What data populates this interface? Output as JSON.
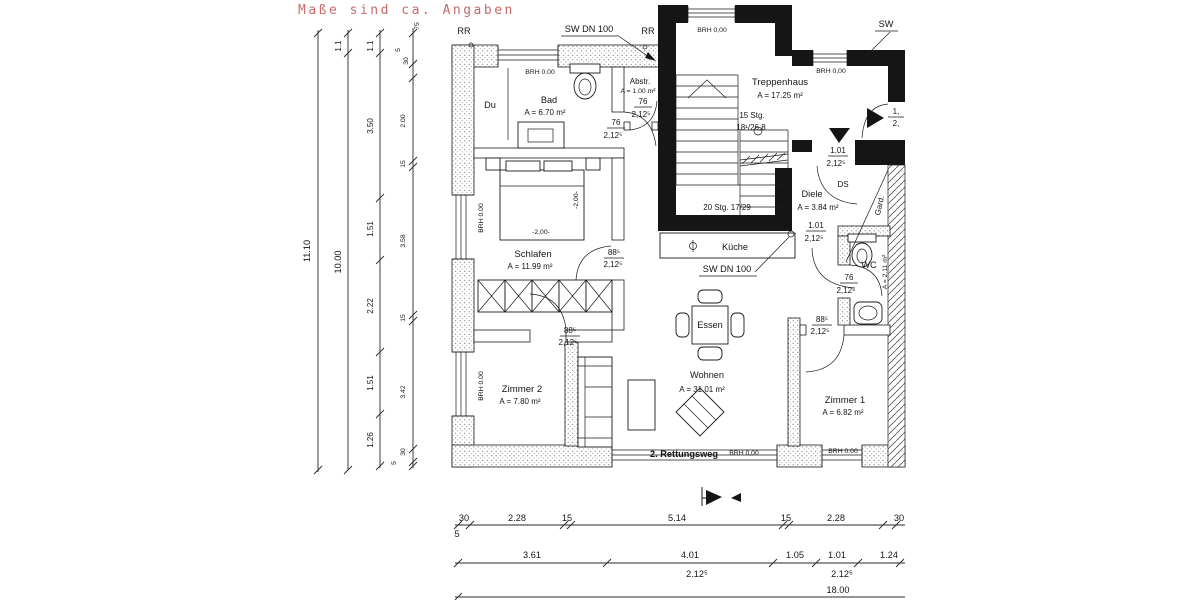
{
  "title": "Maße sind ca. Angaben",
  "rooms": {
    "du": {
      "name": "Du"
    },
    "bad": {
      "name": "Bad",
      "area": "A = 6.70 m²"
    },
    "abstr": {
      "name": "Abstr.",
      "area": "A = 1.00 m²"
    },
    "treppenhaus": {
      "name": "Treppenhaus",
      "area": "A = 17.25 m²"
    },
    "schlafen": {
      "name": "Schlafen",
      "area": "A = 11.99 m²"
    },
    "kueche": {
      "name": "Küche"
    },
    "essen": {
      "name": "Essen"
    },
    "wohnen": {
      "name": "Wohnen",
      "area": "A = 31.01 m²"
    },
    "zimmer2": {
      "name": "Zimmer 2",
      "area": "A = 7.80 m²"
    },
    "zimmer1": {
      "name": "Zimmer 1",
      "area": "A = 6.82 m²"
    },
    "diele": {
      "name": "Diele",
      "area": "A = 3.84 m²"
    },
    "wc": {
      "name": "WC",
      "area": "A = 2.11 m²"
    }
  },
  "stairs": {
    "upper": "15 Stg.",
    "upper_detail": "18¹/26,8",
    "lower": "20 Stg. 17/29"
  },
  "doors": [
    {
      "w": "76",
      "h": "2,12⁵"
    },
    {
      "w": "76",
      "h": "2,12⁵"
    },
    {
      "w": "88⁵",
      "h": "2,12⁵"
    },
    {
      "w": "88⁵",
      "h": "2,12⁵"
    },
    {
      "w": "1.01",
      "h": "2,12⁵"
    },
    {
      "w": "1.01",
      "h": "2,12⁵"
    },
    {
      "w": "76",
      "h": "2,12⁵"
    },
    {
      "w": "88⁵",
      "h": "2,12⁵"
    },
    {
      "w": "1,",
      "h": "2,"
    }
  ],
  "annotations": {
    "sw_dn_top": "SW DN 100",
    "sw_dn_mid": "SW DN 100",
    "sw_right": "SW",
    "rr_left": "RR",
    "rr_right": "RR",
    "ds": "DS",
    "gard": "Gard.",
    "rettungsweg": "2. Rettungsweg",
    "bed_width": "-2,00-",
    "bed_depth": "-2,00-"
  },
  "brh": {
    "bad": "BRH 0.00",
    "stair": "BRH 0,00",
    "topright": "BRH 0,00",
    "schlafen": "BRH 0.00",
    "zimmer2": "BRH 0.00",
    "bottom1": "BRH 0,00",
    "bottom2": "BRH 0.00"
  },
  "dims": {
    "left": {
      "total": "11.10",
      "c2": [
        "1.1",
        "10.00"
      ],
      "c3": [
        "1.1",
        "3.50",
        "1.51",
        "2.22",
        "1.51",
        "1.26"
      ],
      "c4": [
        "75",
        "5",
        "30",
        "2.00",
        "15",
        "3.58",
        "15",
        "3.42",
        "30",
        "5"
      ]
    },
    "bottom": {
      "r1": [
        "30",
        "2.28",
        "15",
        "5.14",
        "15",
        "2.28",
        "30"
      ],
      "r1_sub": "5",
      "r2": [
        "3.61",
        "4.01",
        "1.05",
        "1.01",
        "1.24"
      ],
      "r2_sub": [
        "2.12⁵",
        "2.12⁵"
      ],
      "total": "18.00"
    }
  }
}
